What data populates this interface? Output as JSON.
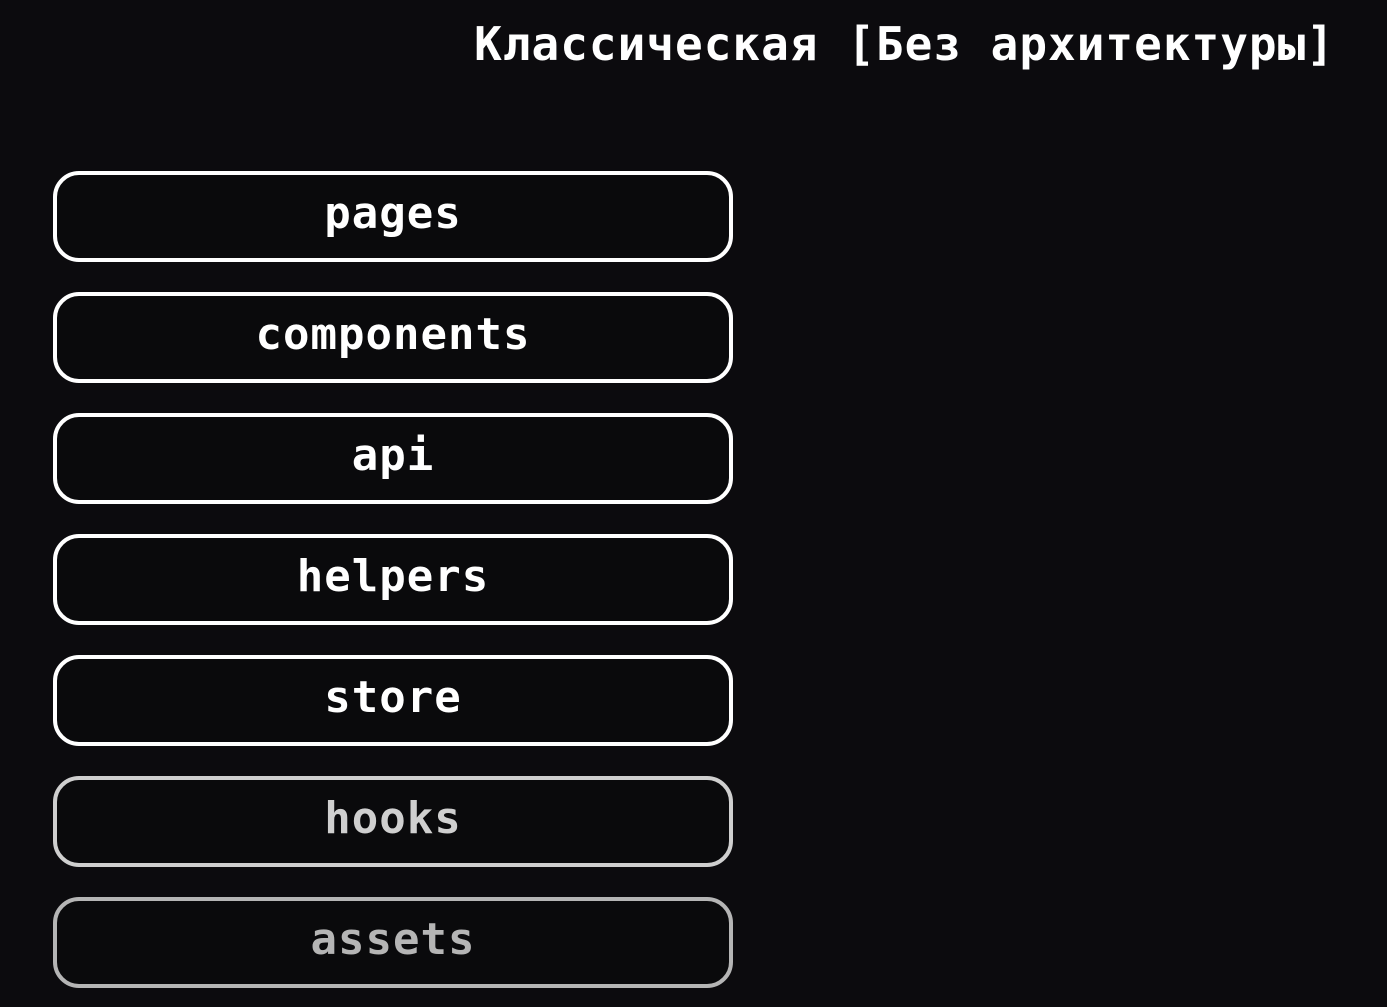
{
  "title": "Классическая [Без архитектуры]",
  "folders": [
    {
      "label": "pages"
    },
    {
      "label": "components"
    },
    {
      "label": "api"
    },
    {
      "label": "helpers"
    },
    {
      "label": "store"
    },
    {
      "label": "hooks"
    },
    {
      "label": "assets"
    }
  ]
}
